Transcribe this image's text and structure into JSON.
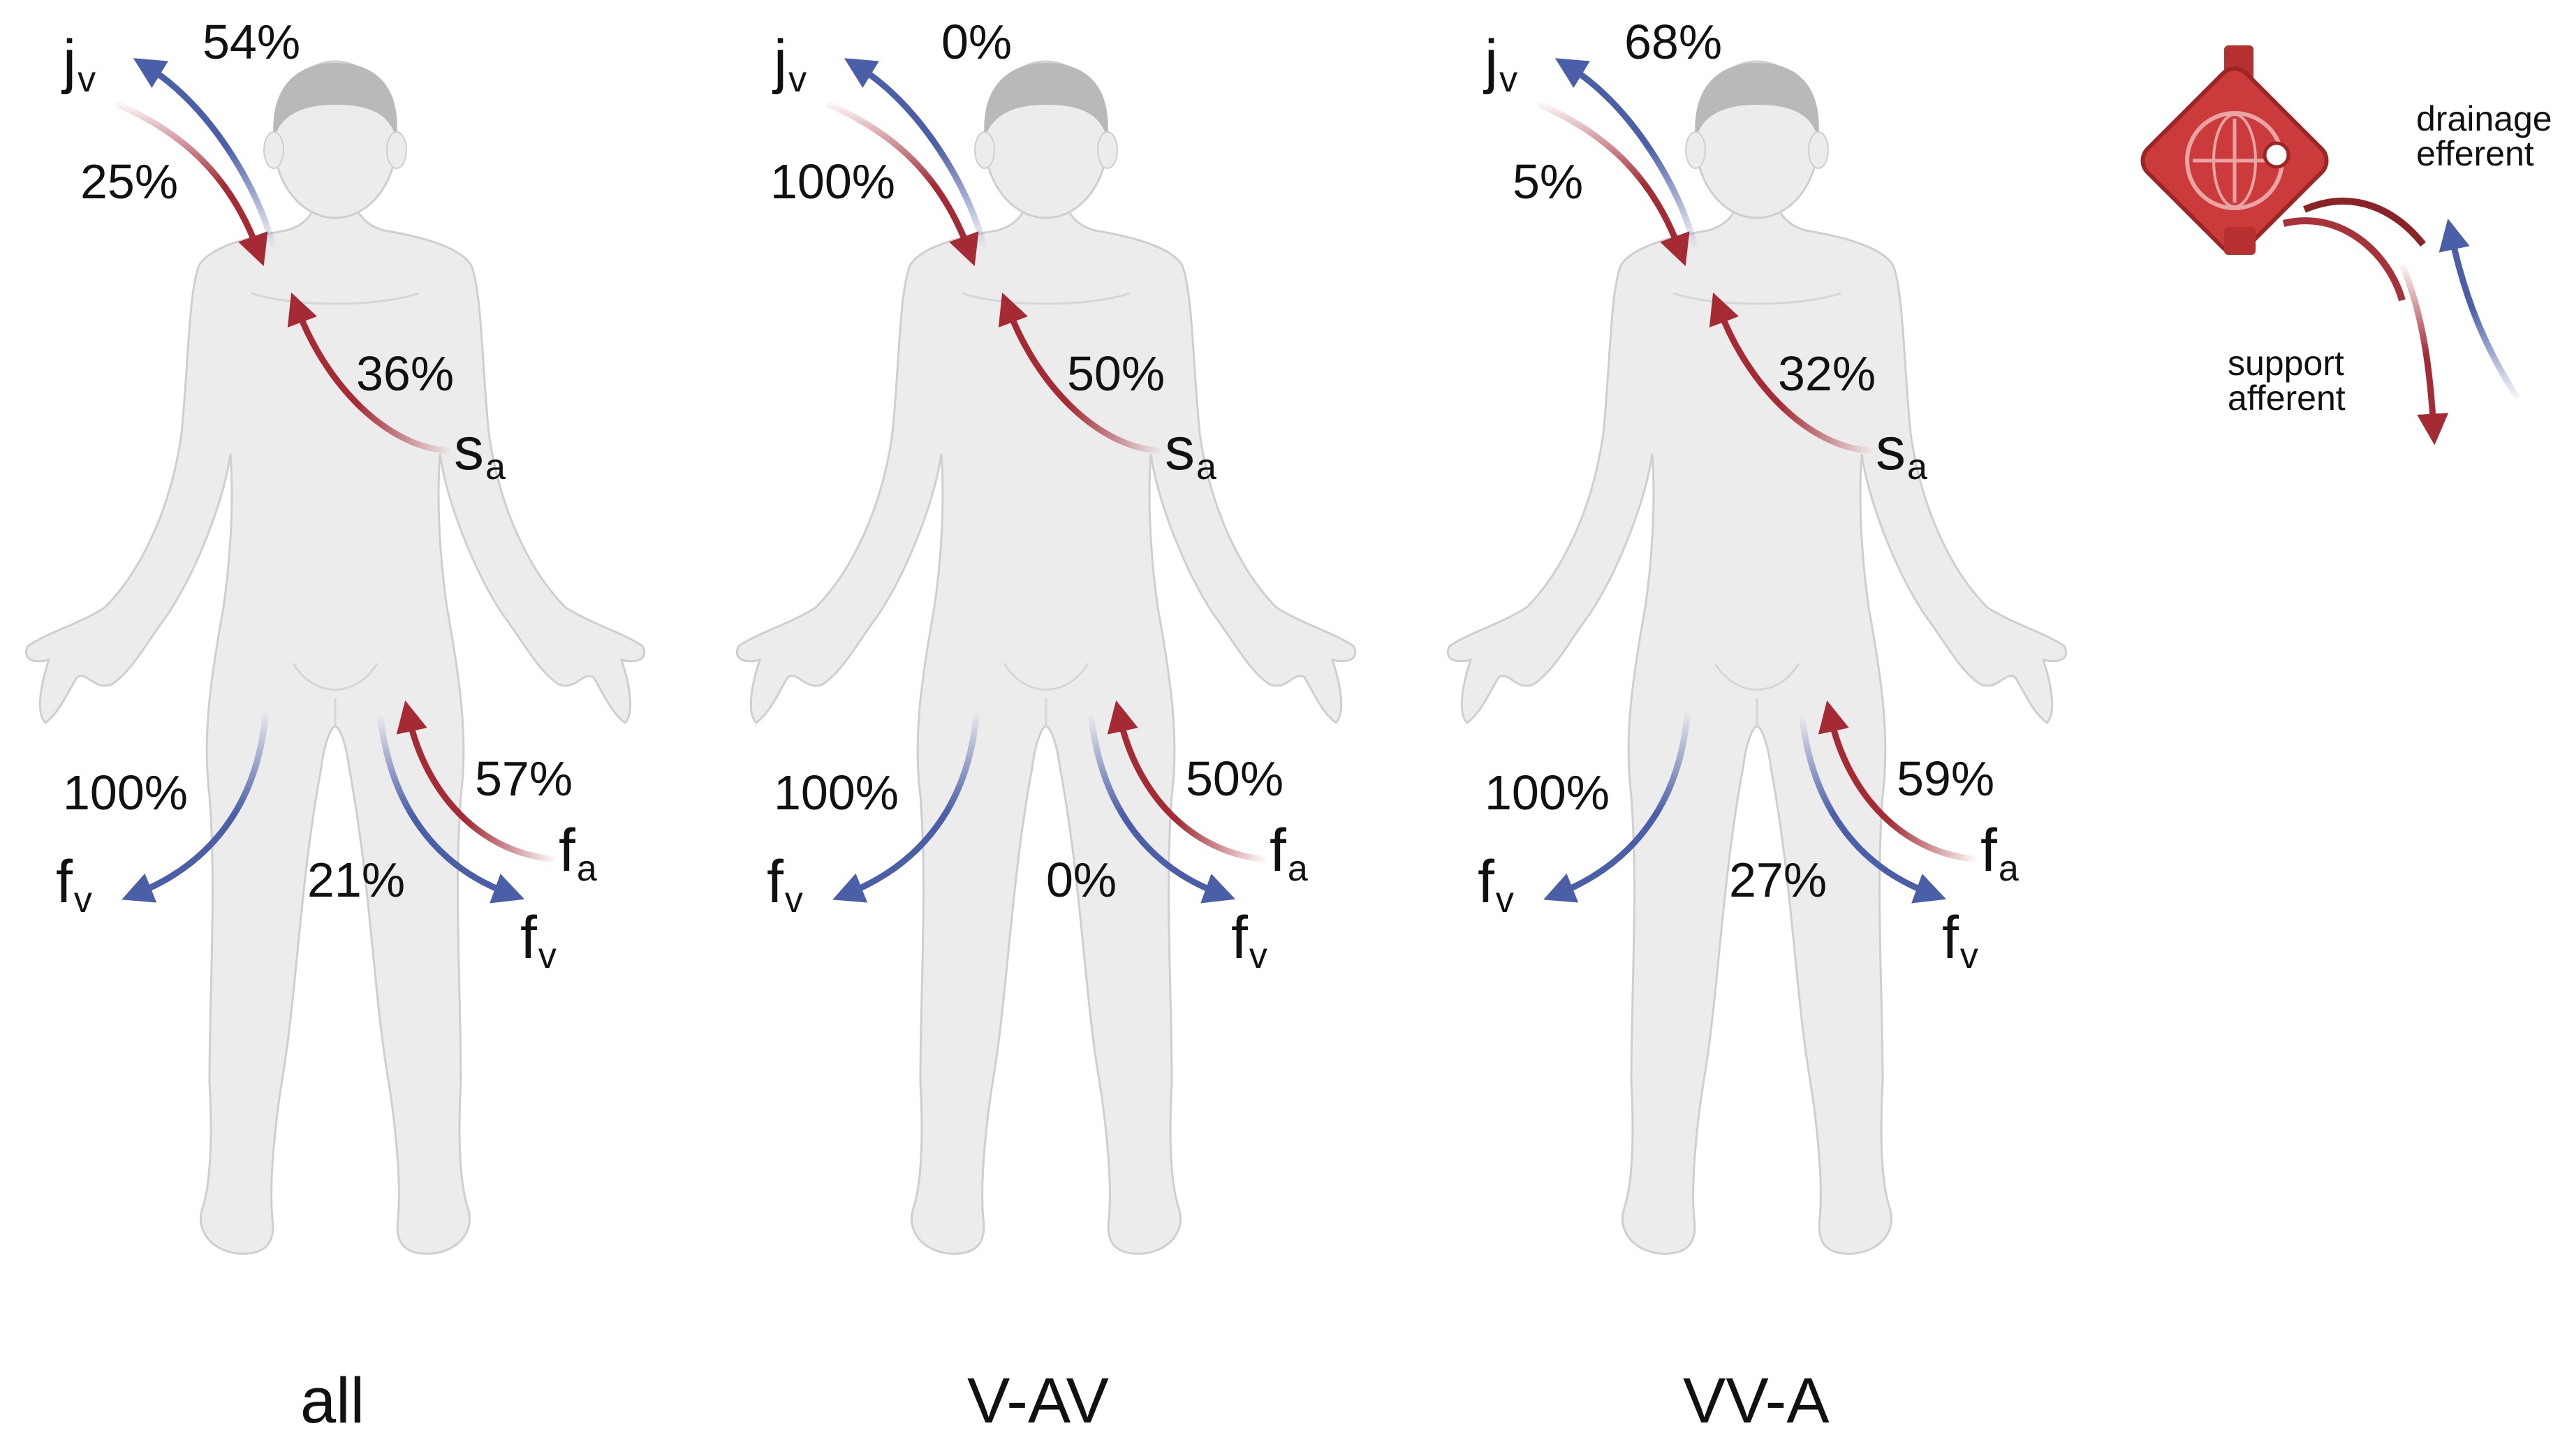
{
  "colors": {
    "venous": "#4a5fa8",
    "arterial": "#a52a34",
    "body": "#ececec",
    "head": "#b9b9b9",
    "device": "#cc3b3b"
  },
  "panels": [
    {
      "label": "all",
      "sites": {
        "jugular_venous": "j",
        "jugular_venous_sub": "v",
        "subclavian_arterial": "s",
        "subclavian_arterial_sub": "a",
        "femoral_arterial": "f",
        "femoral_arterial_sub": "a",
        "femoral_venous_left": "f",
        "femoral_venous_left_sub": "v",
        "femoral_venous_right": "f",
        "femoral_venous_right_sub": "v"
      },
      "values": {
        "jugular_drainage": "54%",
        "jugular_support": "25%",
        "subclavian_support": "36%",
        "femoral_drainage_left": "100%",
        "femoral_drainage_right": "21%",
        "femoral_support": "57%"
      }
    },
    {
      "label": "V-AV",
      "sites": {
        "jugular_venous": "j",
        "jugular_venous_sub": "v",
        "subclavian_arterial": "s",
        "subclavian_arterial_sub": "a",
        "femoral_arterial": "f",
        "femoral_arterial_sub": "a",
        "femoral_venous_left": "f",
        "femoral_venous_left_sub": "v",
        "femoral_venous_right": "f",
        "femoral_venous_right_sub": "v"
      },
      "values": {
        "jugular_drainage": "0%",
        "jugular_support": "100%",
        "subclavian_support": "50%",
        "femoral_drainage_left": "100%",
        "femoral_drainage_right": "0%",
        "femoral_support": "50%"
      }
    },
    {
      "label": "VV-A",
      "sites": {
        "jugular_venous": "j",
        "jugular_venous_sub": "v",
        "subclavian_arterial": "s",
        "subclavian_arterial_sub": "a",
        "femoral_arterial": "f",
        "femoral_arterial_sub": "a",
        "femoral_venous_left": "f",
        "femoral_venous_left_sub": "v",
        "femoral_venous_right": "f",
        "femoral_venous_right_sub": "v"
      },
      "values": {
        "jugular_drainage": "68%",
        "jugular_support": "5%",
        "subclavian_support": "32%",
        "femoral_drainage_left": "100%",
        "femoral_drainage_right": "27%",
        "femoral_support": "59%"
      }
    }
  ],
  "legend": {
    "drainage_line1": "drainage",
    "drainage_line2": "efferent",
    "support_line1": "support",
    "support_line2": "afferent",
    "device_icon": "ecmo-oxygenator-icon"
  }
}
